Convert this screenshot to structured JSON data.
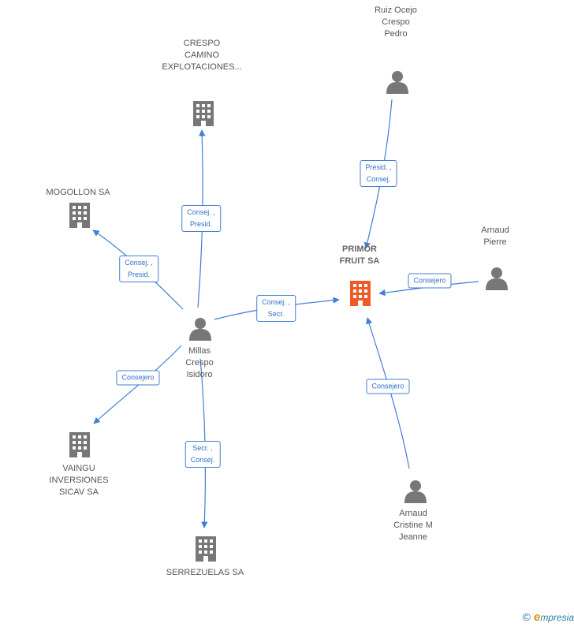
{
  "colors": {
    "edge": "#3f7fd6",
    "company": "#777777",
    "main_company": "#f05a28",
    "person": "#777777"
  },
  "nodes": [
    {
      "id": "primor",
      "type": "main-company",
      "label_lines": [
        "PRIMOR",
        "FRUIT SA"
      ]
    },
    {
      "id": "crespo_camino",
      "type": "company",
      "label_lines": [
        "CRESPO",
        "CAMINO",
        "EXPLOTACIONES..."
      ]
    },
    {
      "id": "mogollon",
      "type": "company",
      "label_lines": [
        "MOGOLLON SA"
      ]
    },
    {
      "id": "vaingu",
      "type": "company",
      "label_lines": [
        "VAINGU",
        "INVERSIONES",
        "SICAV SA"
      ]
    },
    {
      "id": "serrezuelas",
      "type": "company",
      "label_lines": [
        "SERREZUELAS SA"
      ]
    },
    {
      "id": "millas",
      "type": "person",
      "label_lines": [
        "Millas",
        "Crespo",
        "Isidoro"
      ]
    },
    {
      "id": "ruiz",
      "type": "person",
      "label_lines": [
        "Ruiz Ocejo",
        "Crespo",
        "Pedro"
      ]
    },
    {
      "id": "arnaud_pierre",
      "type": "person",
      "label_lines": [
        "Arnaud",
        "Pierre"
      ]
    },
    {
      "id": "arnaud_cristine",
      "type": "person",
      "label_lines": [
        "Arnaud",
        "Cristine M",
        "Jeanne"
      ]
    }
  ],
  "edges": [
    {
      "from": "millas",
      "to": "crespo_camino",
      "label_lines": [
        "Consej. ,",
        "Presid."
      ]
    },
    {
      "from": "millas",
      "to": "mogollon",
      "label_lines": [
        "Consej. ,",
        "Presid."
      ]
    },
    {
      "from": "millas",
      "to": "primor",
      "label_lines": [
        "Consej. ,",
        "Secr."
      ]
    },
    {
      "from": "millas",
      "to": "vaingu",
      "label_lines": [
        "Consejero"
      ]
    },
    {
      "from": "millas",
      "to": "serrezuelas",
      "label_lines": [
        "Secr. ,",
        "Consej."
      ]
    },
    {
      "from": "ruiz",
      "to": "primor",
      "label_lines": [
        "Presid. ,",
        "Consej."
      ]
    },
    {
      "from": "arnaud_pierre",
      "to": "primor",
      "label_lines": [
        "Consejero"
      ]
    },
    {
      "from": "arnaud_cristine",
      "to": "primor",
      "label_lines": [
        "Consejero"
      ]
    }
  ],
  "footer": {
    "copyright_symbol": "©",
    "brand_initial": "e",
    "brand_rest": "mpresia"
  }
}
